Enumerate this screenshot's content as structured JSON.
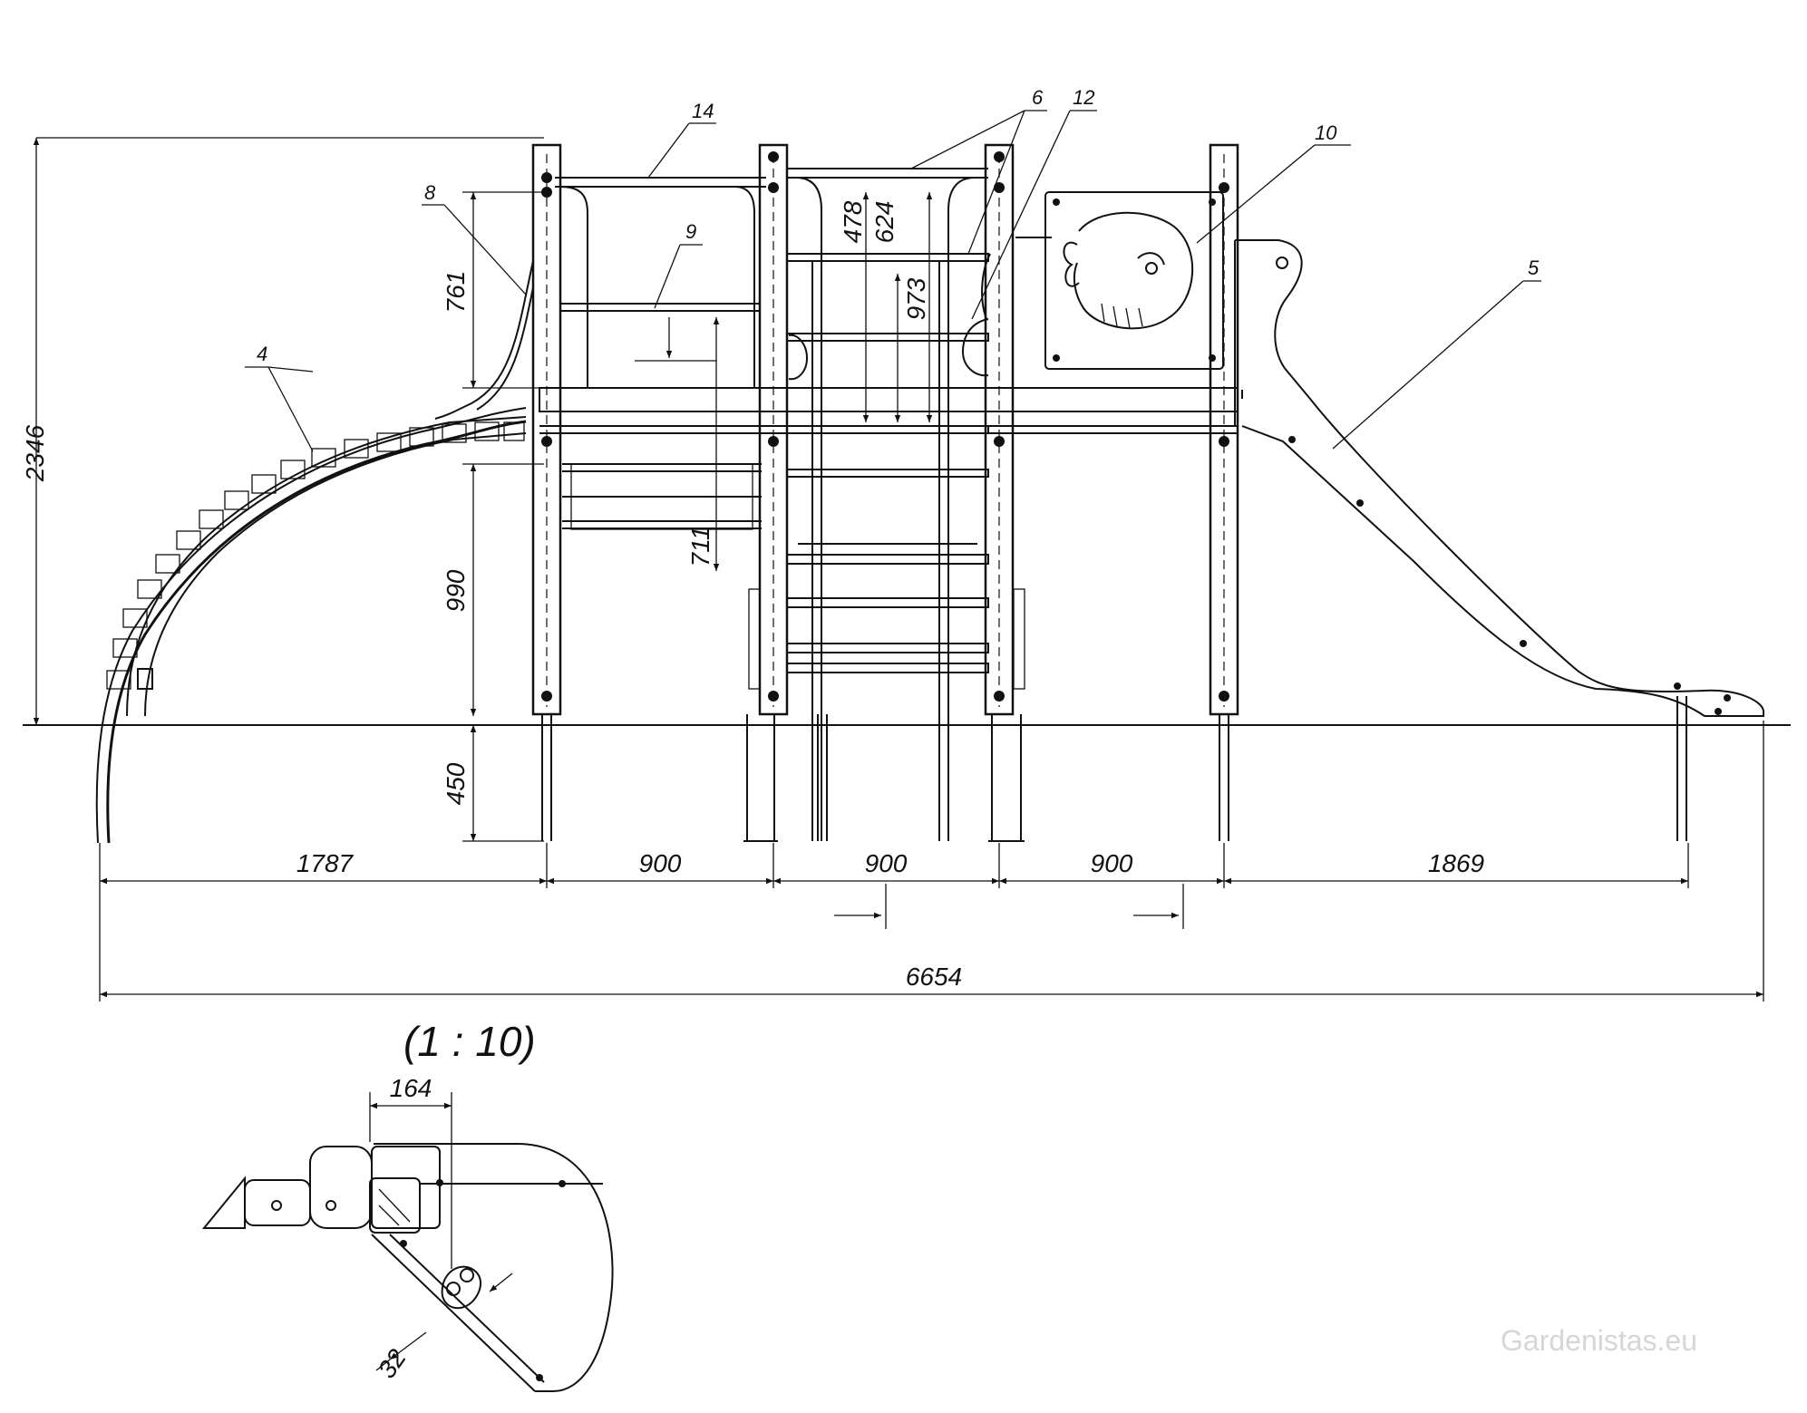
{
  "dimensions": {
    "overall_height": "2346",
    "rail_height": "761",
    "deck_height": "990",
    "foundation_depth": "450",
    "rail_478": "478",
    "rail_624": "624",
    "rail_973": "973",
    "rail_711": "711",
    "span_1787": "1787",
    "span_900_a": "900",
    "span_900_b": "900",
    "span_900_c": "900",
    "span_1869": "1869",
    "overall_length": "6654",
    "detail_164": "164",
    "detail_32": "32"
  },
  "callouts": {
    "c4": "4",
    "c5": "5",
    "c6": "6",
    "c8": "8",
    "c9": "9",
    "c10": "10",
    "c12": "12",
    "c14": "14"
  },
  "detail": {
    "scale_label": "(1 : 10)"
  },
  "watermark": "Gardenistas.eu"
}
